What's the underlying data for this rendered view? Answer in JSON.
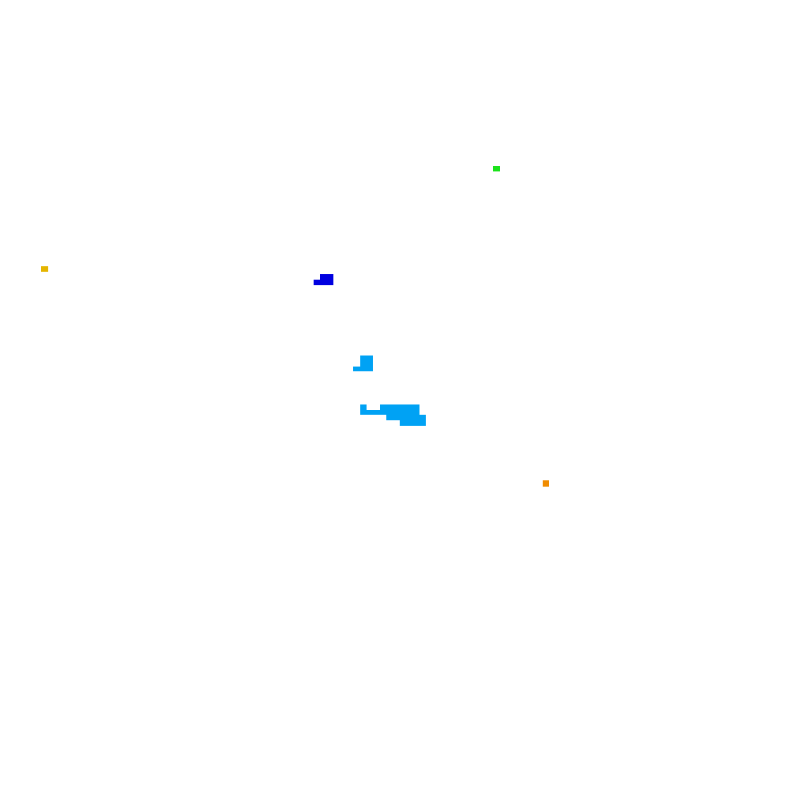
{
  "palette": {
    "background": "#ffffff",
    "light_blue": "#00a2f4",
    "dark_blue": "#0000e0",
    "green": "#1be21b",
    "yellow": "#e5b500",
    "orange": "#f08c00"
  },
  "blobs": [
    {
      "name": "green-blob",
      "color": "green"
    },
    {
      "name": "yellow-blob",
      "color": "yellow"
    },
    {
      "name": "dark-blue-blob",
      "color": "dark_blue"
    },
    {
      "name": "light-blue-upper-blob",
      "color": "light_blue"
    },
    {
      "name": "light-blue-lower-blob",
      "color": "light_blue"
    },
    {
      "name": "orange-blob",
      "color": "orange"
    }
  ]
}
